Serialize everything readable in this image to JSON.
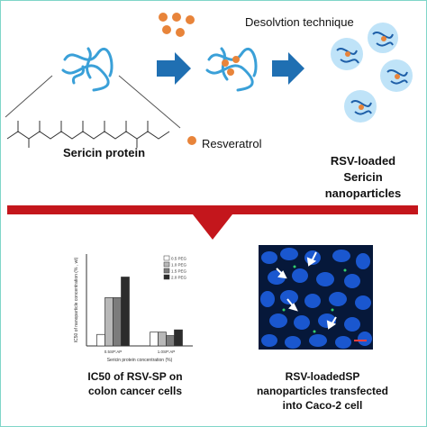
{
  "top": {
    "technique_label": "Desolvtion technique",
    "protein_label": "Sericin protein",
    "resveratrol_label": "Resveratrol",
    "nanoparticle_label_line1": "RSV-loaded Sericin",
    "nanoparticle_label_line2": "nanoparticles"
  },
  "colors": {
    "frame": "#7fd6c8",
    "polymer": "#3aa0d8",
    "drug": "#e8843a",
    "arrow_blue": "#1f6fb2",
    "divider_red": "#c4161c",
    "nanoparticle_glow": "#bfe3f8"
  },
  "chart_data": {
    "type": "bar",
    "title": "",
    "xlabel": "Sericin protein concentration (%)",
    "ylabel": "IC50 of nanoparticle concentration (% , wt)",
    "categories": [
      "0.5SP:AP",
      "1.0SP:AP"
    ],
    "series": [
      {
        "name": "0.5 PEG",
        "values": [
          1.0,
          1.2
        ]
      },
      {
        "name": "1.0 PEG",
        "values": [
          4.2,
          1.2
        ]
      },
      {
        "name": "1.5 PEG",
        "values": [
          4.2,
          0.9
        ]
      },
      {
        "name": "2.0 PEG",
        "values": [
          6.0,
          1.4
        ]
      }
    ],
    "ylim": [
      0,
      8
    ],
    "legend": "top-right",
    "grid": false
  },
  "bottom": {
    "left_caption_line1": "IC50 of RSV-SP on",
    "left_caption_line2": "colon cancer cells",
    "right_caption_line1": "RSV-loadedSP",
    "right_caption_line2": "nanoparticles transfected",
    "right_caption_line3": "into Caco-2 cell"
  }
}
